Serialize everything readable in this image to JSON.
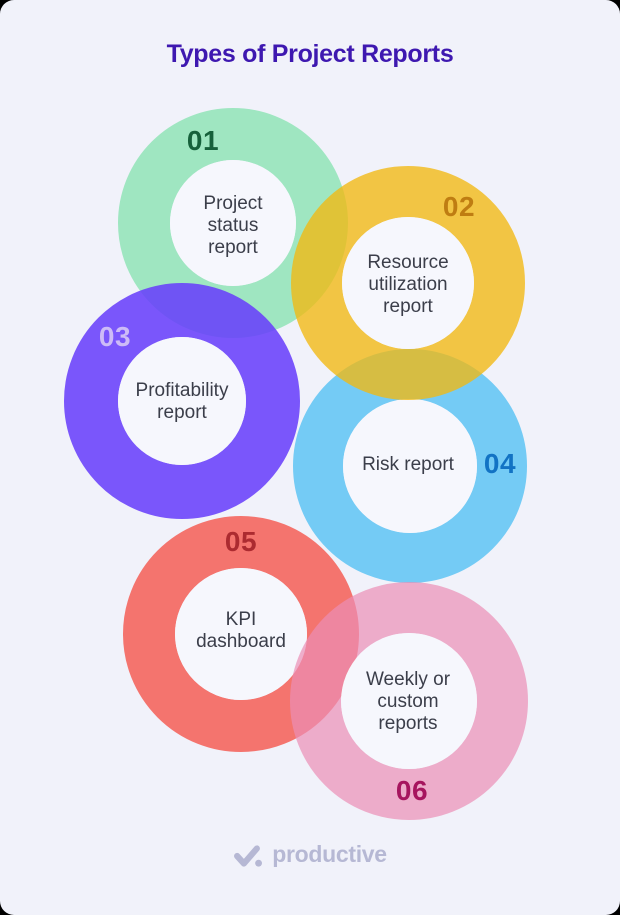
{
  "title": "Types of Project Reports",
  "colors": {
    "background": "#f1f2fa",
    "hole": "#f6f7fd",
    "title": "#3e18b0",
    "label_text": "#3b3e4a",
    "logo": "#b6b8d4"
  },
  "circles": [
    {
      "number": "01",
      "label": "Project\nstatus\nreport",
      "ring_color": "#9fe6c1",
      "number_color": "#16613b"
    },
    {
      "number": "02",
      "label": "Resource\nutilization\nreport",
      "ring_color": "rgba(242,185,17,0.78)",
      "number_color": "#bf7d12"
    },
    {
      "number": "03",
      "label": "Profitability\nreport",
      "ring_color": "rgba(105,64,251,0.88)",
      "number_color": "#cdbbf7"
    },
    {
      "number": "04",
      "label": "Risk report",
      "ring_color": "#74cbf5",
      "number_color": "#1273c4"
    },
    {
      "number": "05",
      "label": "KPI\ndashboard",
      "ring_color": "#f4746e",
      "number_color": "#ac2b30"
    },
    {
      "number": "06",
      "label": "Weekly or\ncustom\nreports",
      "ring_color": "rgba(235,143,181,0.7)",
      "number_color": "#a6155e"
    }
  ],
  "footer": {
    "logo_text": "productive",
    "logo_icon": "checkmark-with-dot"
  }
}
